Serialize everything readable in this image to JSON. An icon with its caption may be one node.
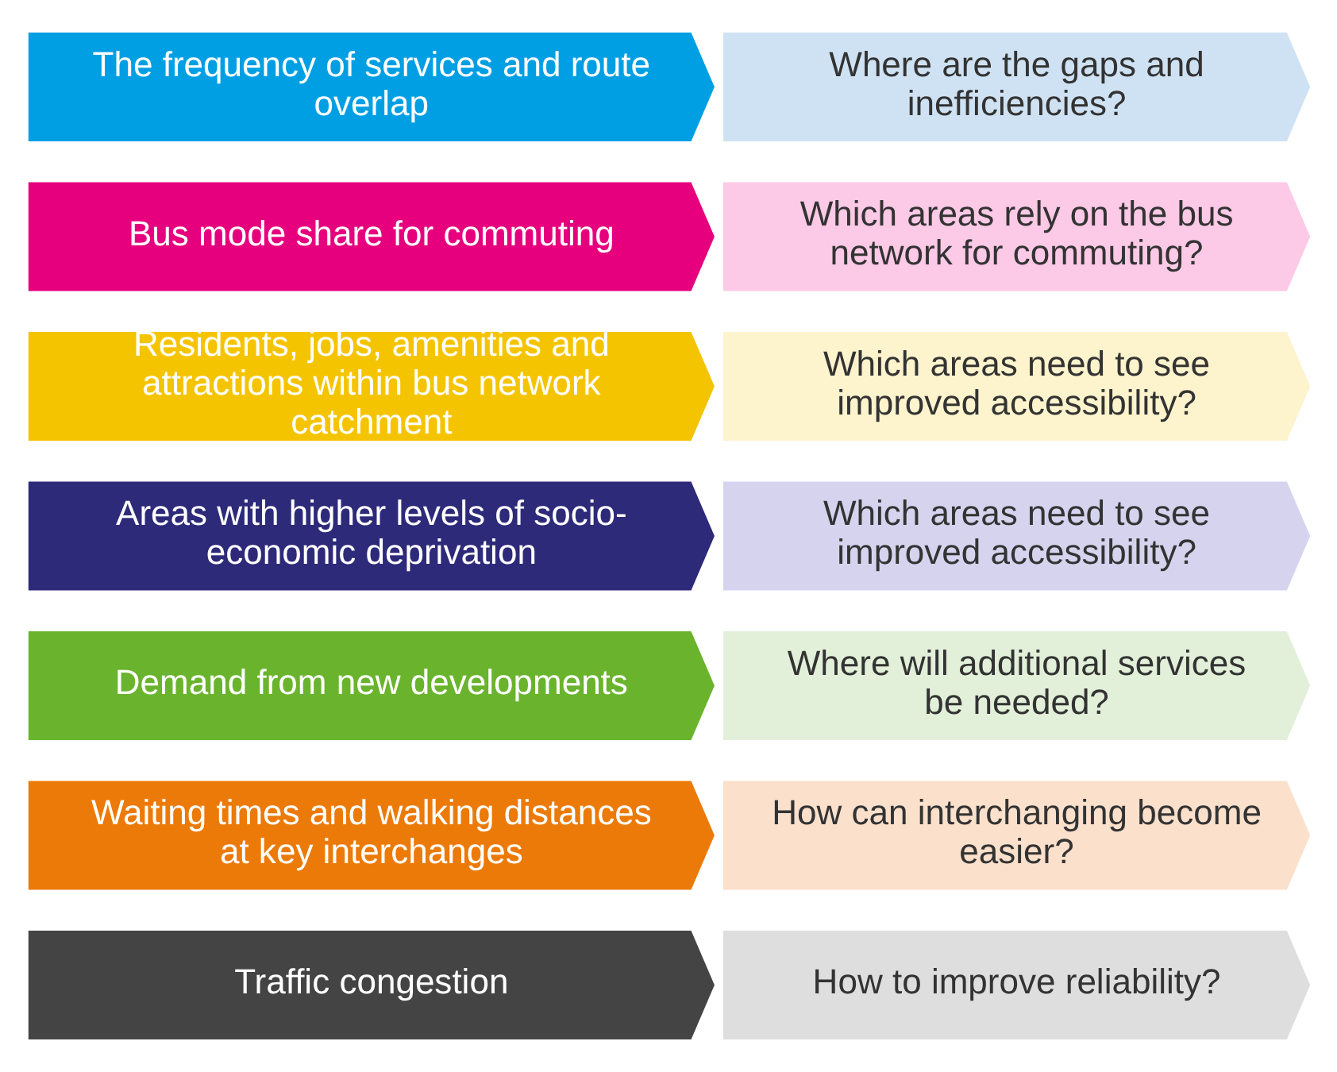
{
  "diagram": {
    "nodes": [
      {
        "text": [
          "The frequency of services and route overlap"
        ]
      },
      {
        "text": [
          "Where are the gaps and inefficiencies?"
        ]
      },
      {
        "text": [
          "Bus mode share for commuting"
        ]
      },
      {
        "text": [
          "Which areas rely on the bus network for commuting?"
        ]
      },
      {
        "text": [
          "Residents, jobs, amenities and attractions within bus network catchment"
        ]
      },
      {
        "text": [
          "Which areas need to see improved accessibility?"
        ]
      },
      {
        "text": [
          "Areas with higher levels of socio-economic deprivation"
        ]
      },
      {
        "text": [
          "Which areas need to see improved accessibility?"
        ]
      },
      {
        "text": [
          "Demand from new developments"
        ]
      },
      {
        "text": [
          "Where will additional services be needed?"
        ]
      },
      {
        "text": [
          "Waiting times and walking distances at key interchanges"
        ]
      },
      {
        "text": [
          "How can interchanging become easier?"
        ]
      },
      {
        "text": [
          "Traffic congestion"
        ]
      },
      {
        "text": [
          "How to improve reliability?"
        ]
      }
    ]
  }
}
